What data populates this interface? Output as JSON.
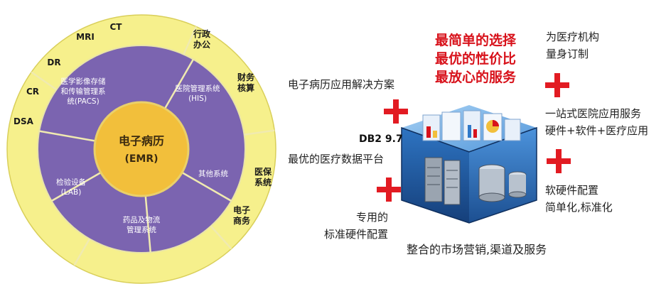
{
  "colors": {
    "outer_ring": "#f6f08c",
    "inner_ring": "#7b64b0",
    "center": "#f2bf3b",
    "accent_red": "#d8121b",
    "cube_blue": "#2f78c8"
  },
  "emr": {
    "center_title": "电子病历",
    "center_sub": "(EMR)",
    "inner_segments": [
      "医学影像存储和传输管理系统(PACS)",
      "医院管理系统(HIS)",
      "其他系统",
      "药品及物流管理系统",
      "检验设备(LAB)"
    ],
    "outer_labels": [
      "CT",
      "MRI",
      "DR",
      "CR",
      "DSA",
      "行政办公",
      "财务核算",
      "医保系统",
      "电子商务"
    ]
  },
  "right": {
    "slogans": [
      "最简单的选择",
      "最优的性价比",
      "最放心的服务"
    ],
    "items": {
      "emr_solution": "电子病历应用解决方案",
      "db2_title": "DB2 9.7",
      "db2_sub": "最优的医疗数据平台",
      "dedicated_1": "专用的",
      "dedicated_2": "标准硬件配置",
      "tailored_1": "为医疗机构",
      "tailored_2": "量身订制",
      "onestop_1": "一站式医院应用服务",
      "onestop_2": "硬件+软件+医疗应用",
      "config_1": "软硬件配置",
      "config_2": "简单化,标准化",
      "bottom": "整合的市场营销,渠道及服务"
    },
    "plus_icon": "plus-icon",
    "cube_icon": "server-cube-icon"
  }
}
